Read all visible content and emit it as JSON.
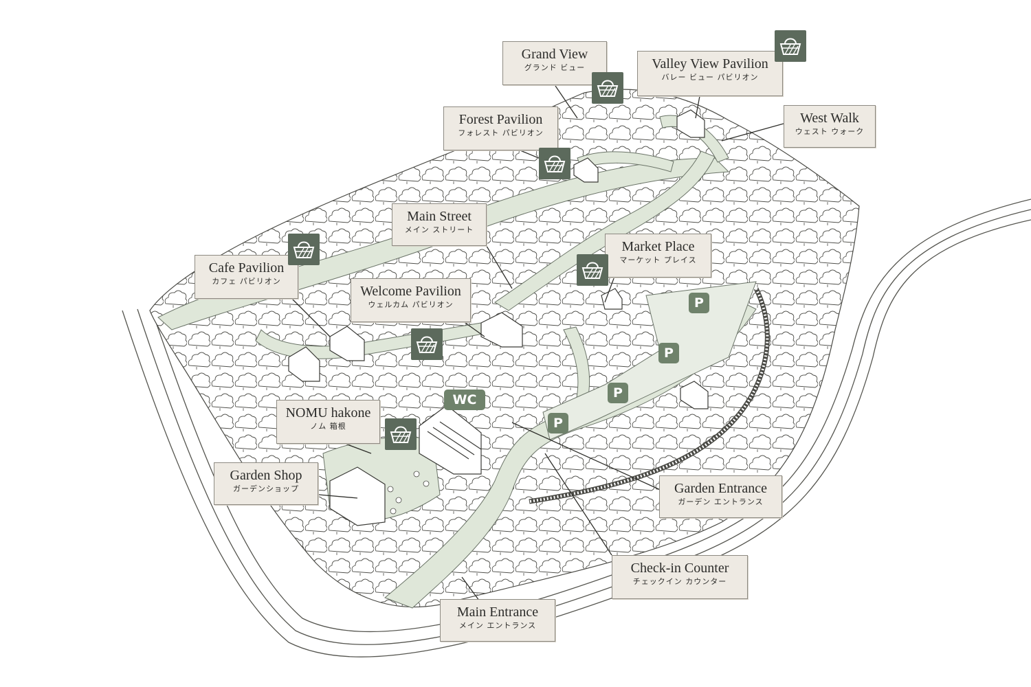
{
  "labels": [
    {
      "id": "grand-view",
      "en": "Grand View",
      "ja": "グランド ビュー"
    },
    {
      "id": "valley-view-pavilion",
      "en": "Valley View Pavilion",
      "ja": "バレー ビュー パビリオン"
    },
    {
      "id": "west-walk",
      "en": "West Walk",
      "ja": "ウェスト ウォーク"
    },
    {
      "id": "forest-pavilion",
      "en": "Forest Pavilion",
      "ja": "フォレスト パビリオン"
    },
    {
      "id": "main-street",
      "en": "Main Street",
      "ja": "メイン ストリート"
    },
    {
      "id": "market-place",
      "en": "Market Place",
      "ja": "マーケット プレイス"
    },
    {
      "id": "cafe-pavilion",
      "en": "Cafe Pavilion",
      "ja": "カフェ パビリオン"
    },
    {
      "id": "welcome-pavilion",
      "en": "Welcome Pavilion",
      "ja": "ウェルカム パビリオン"
    },
    {
      "id": "nomu-hakone",
      "en": "NOMU hakone",
      "ja": "ノム 箱根"
    },
    {
      "id": "garden-shop",
      "en": "Garden Shop",
      "ja": "ガーデンショップ"
    },
    {
      "id": "garden-entrance",
      "en": "Garden Entrance",
      "ja": "ガーデン エントランス"
    },
    {
      "id": "check-in-counter",
      "en": "Check-in Counter",
      "ja": "チェックイン カウンター"
    },
    {
      "id": "main-entrance",
      "en": "Main Entrance",
      "ja": "メイン エントランス"
    }
  ],
  "markers": {
    "wc_label": "WC",
    "parking_label": "P",
    "basket_icon": "picnic-basket-icon"
  },
  "colors": {
    "label_bg": "#eeeae3",
    "icon_bg": "#5c6a5c",
    "pin_bg": "#6f826b",
    "path_fill": "#dfe7d9",
    "line": "#3a3a36"
  }
}
